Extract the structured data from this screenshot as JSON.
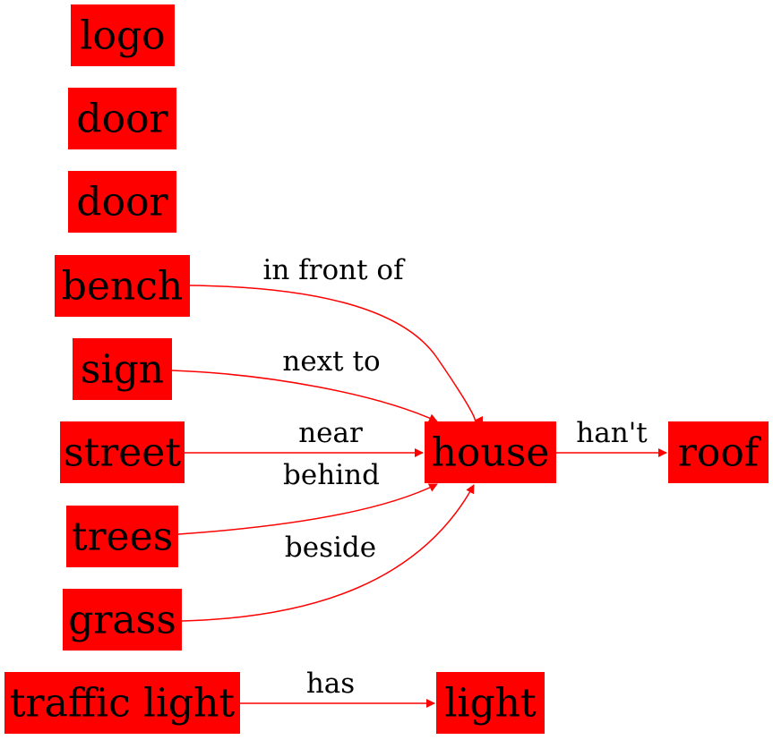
{
  "colors": {
    "node_fill": "#ff0000",
    "edge": "#ff0000",
    "text": "#000000",
    "background": "#ffffff"
  },
  "nodes": [
    {
      "id": "logo",
      "label": "logo"
    },
    {
      "id": "door1",
      "label": "door"
    },
    {
      "id": "door2",
      "label": "door"
    },
    {
      "id": "bench",
      "label": "bench"
    },
    {
      "id": "sign",
      "label": "sign"
    },
    {
      "id": "street",
      "label": "street"
    },
    {
      "id": "trees",
      "label": "trees"
    },
    {
      "id": "grass",
      "label": "grass"
    },
    {
      "id": "traffic_light",
      "label": "traffic light"
    },
    {
      "id": "house",
      "label": "house"
    },
    {
      "id": "roof",
      "label": "roof"
    },
    {
      "id": "light",
      "label": "light"
    }
  ],
  "edges": [
    {
      "id": "bench_house",
      "from": "bench",
      "to": "house",
      "label": "in front of"
    },
    {
      "id": "sign_house",
      "from": "sign",
      "to": "house",
      "label": "next to"
    },
    {
      "id": "street_house",
      "from": "street",
      "to": "house",
      "label": "near"
    },
    {
      "id": "trees_house",
      "from": "trees",
      "to": "house",
      "label": "behind"
    },
    {
      "id": "grass_house",
      "from": "grass",
      "to": "house",
      "label": "beside"
    },
    {
      "id": "house_roof",
      "from": "house",
      "to": "roof",
      "label": "han't"
    },
    {
      "id": "traffic_light_light",
      "from": "traffic_light",
      "to": "light",
      "label": "has"
    }
  ]
}
